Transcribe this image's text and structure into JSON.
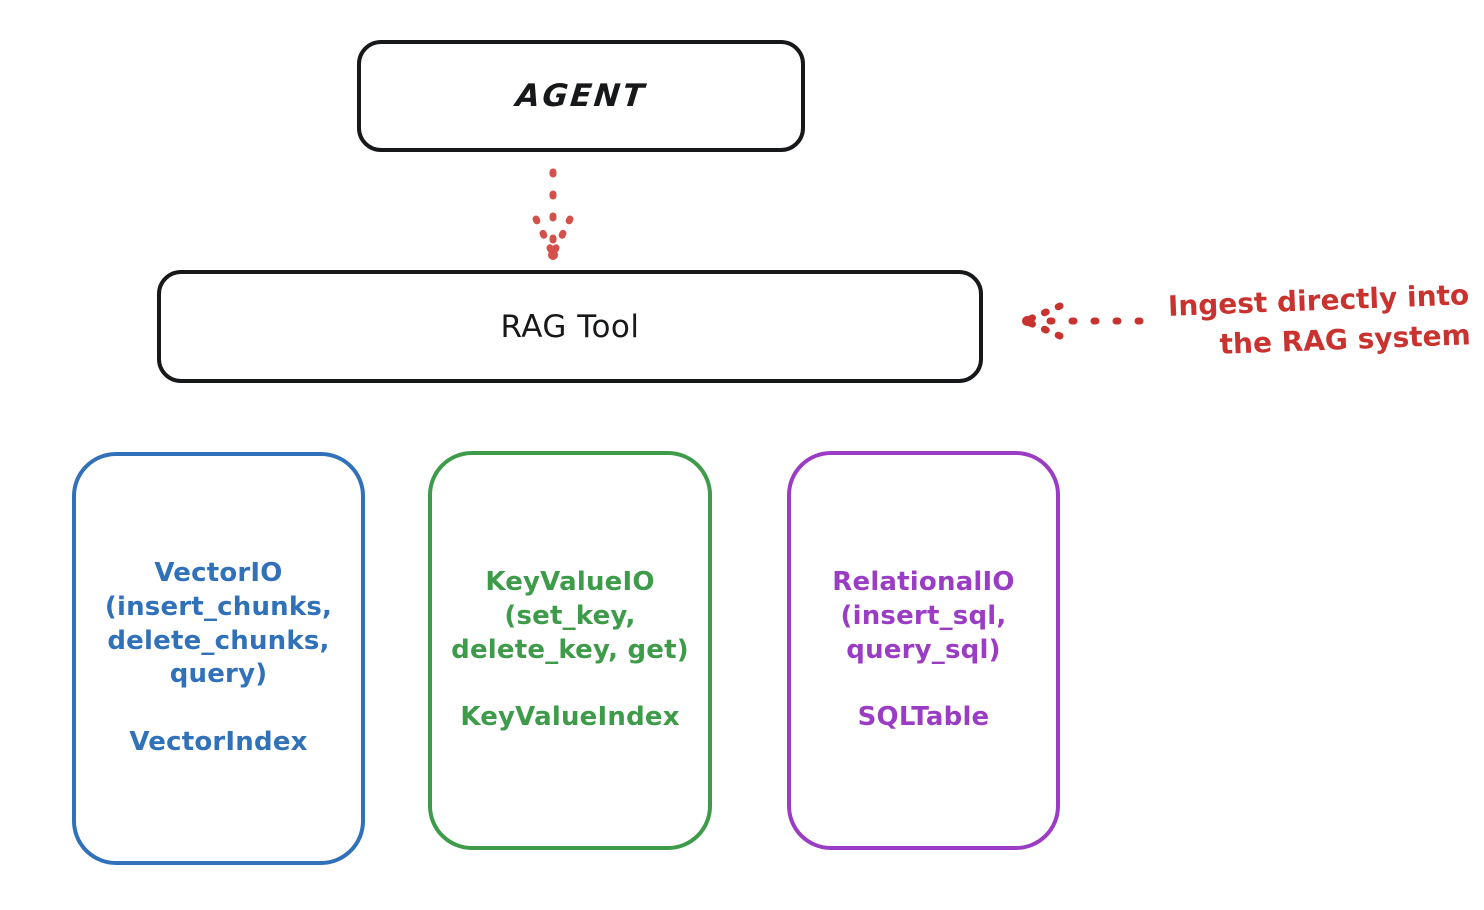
{
  "diagram": {
    "title_node": {
      "label": "AGENT"
    },
    "tool_node": {
      "label": "RAG Tool"
    },
    "annotation": {
      "text": "Ingest directly into\nthe RAG system",
      "color": "#c9332f"
    },
    "arrows": [
      {
        "name": "agent-to-ragtool",
        "style": "dotted",
        "direction": "down",
        "color": "#d4514b"
      },
      {
        "name": "annotation-to-ragtool",
        "style": "dotted",
        "direction": "left",
        "color": "#c9332f"
      }
    ],
    "stores": [
      {
        "name": "vector-io",
        "color": "#3071b9",
        "primary": "VectorIO\n(insert_chunks,\ndelete_chunks,\nquery)",
        "secondary": "VectorIndex"
      },
      {
        "name": "key-value-io",
        "color": "#3d9b4a",
        "primary": "KeyValueIO\n(set_key,\ndelete_key, get)",
        "secondary": "KeyValueIndex"
      },
      {
        "name": "relational-io",
        "color": "#9b3dc4",
        "primary": "RelationalIO\n(insert_sql,\nquery_sql)",
        "secondary": "SQLTable"
      }
    ]
  }
}
